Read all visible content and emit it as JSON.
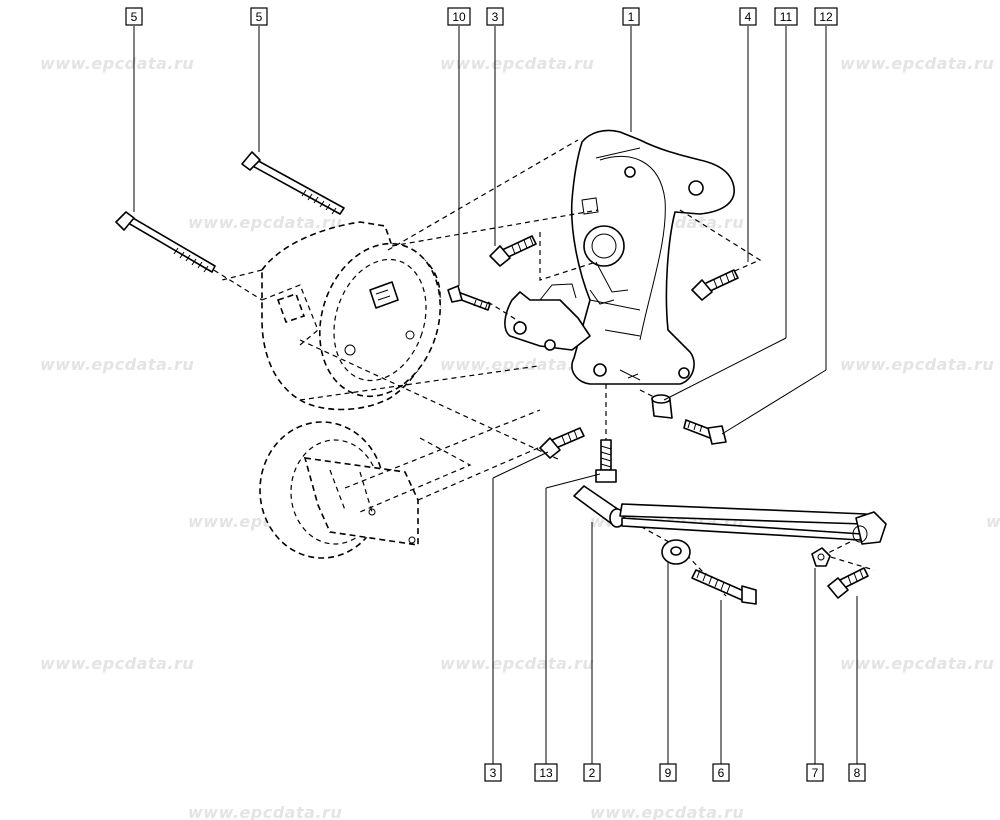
{
  "watermark": {
    "text": "www.epcdata.ru",
    "color": "#e4e4e4"
  },
  "callouts_top": [
    "5",
    "5",
    "10",
    "3",
    "1",
    "4",
    "11",
    "12"
  ],
  "callouts_bottom": [
    "3",
    "13",
    "2",
    "9",
    "6",
    "7",
    "8"
  ],
  "colors": {
    "line": "#000000",
    "background": "#ffffff"
  }
}
